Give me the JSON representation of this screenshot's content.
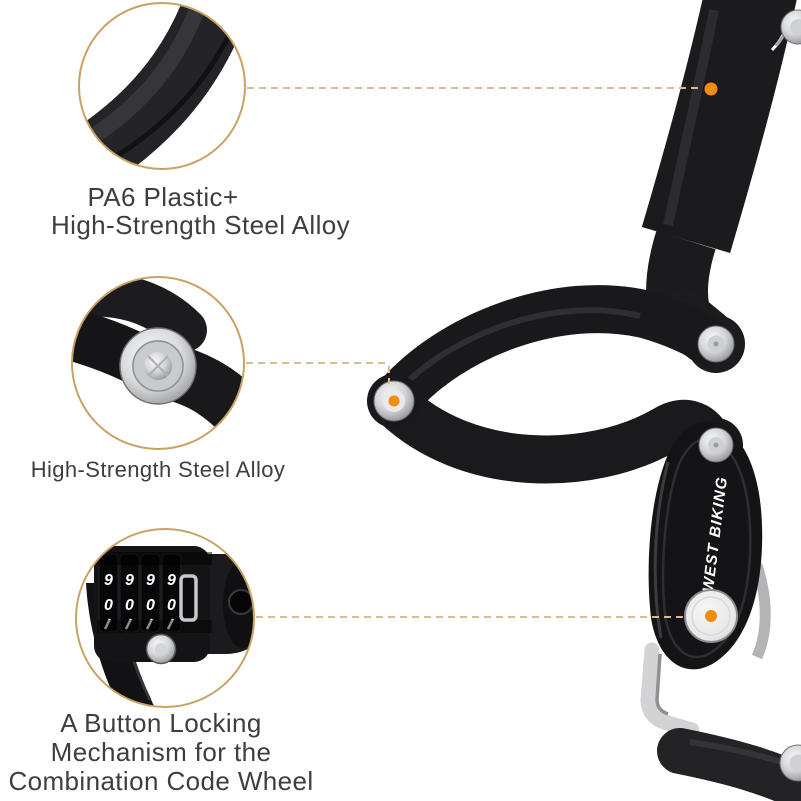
{
  "colors": {
    "background": "#ffffff",
    "accent_orange": "#f08c0e",
    "leader_dash": "#d9bb8f",
    "circle_stroke": "#c8a263",
    "label_text": "#3e3e3e",
    "product_black": "#1b1b1e",
    "metal_silver": "#c9cacc"
  },
  "callouts": {
    "top": {
      "label_line1": "PA6 Plastic+",
      "label_line2": "High-Strength Steel Alloy"
    },
    "middle": {
      "label": "High-Strength Steel Alloy"
    },
    "bottom": {
      "label_line1": "A Button Locking",
      "label_line2": "Mechanism for the",
      "label_line3": "Combination Code Wheel",
      "dials": {
        "row_top": [
          "9",
          "9",
          "9",
          "9"
        ],
        "row_middle": [
          "0",
          "0",
          "0",
          "0"
        ]
      }
    }
  },
  "product": {
    "brand_text": "WEST BIKING"
  }
}
